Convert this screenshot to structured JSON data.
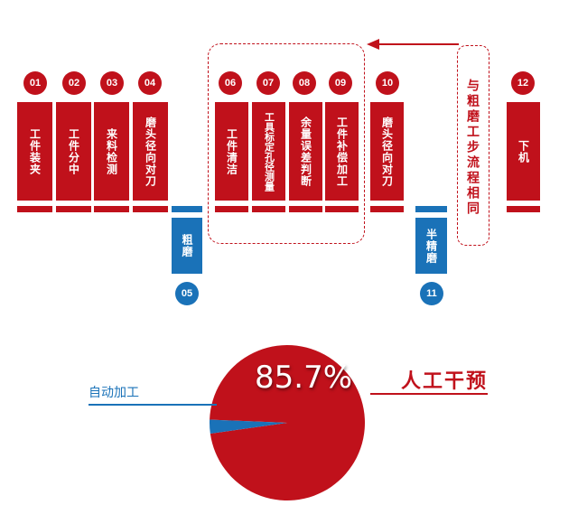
{
  "steps": [
    {
      "num": "01",
      "label": "工件装夹"
    },
    {
      "num": "02",
      "label": "工件分中"
    },
    {
      "num": "03",
      "label": "来料检测"
    },
    {
      "num": "04",
      "label": "磨头径向对刀"
    },
    {
      "num": "05",
      "label": "粗磨"
    },
    {
      "num": "06",
      "label": "工件清洁"
    },
    {
      "num": "07",
      "label": "工具标定孔径测量"
    },
    {
      "num": "08",
      "label": "余量误差判断"
    },
    {
      "num": "09",
      "label": "工件补偿加工"
    },
    {
      "num": "10",
      "label": "磨头径向对刀"
    },
    {
      "num": "11",
      "label": "半精磨"
    },
    {
      "num": "12",
      "label": "下机"
    }
  ],
  "note": "与粗磨工步流程相同",
  "pie": {
    "percent_label": "85.7%",
    "manual_label": "人工干预",
    "auto_label": "自动加工",
    "manual_value": 85.7,
    "auto_value": 14.3,
    "manual_color": "#c0111b",
    "auto_color": "#1a72b8"
  },
  "colors": {
    "red": "#c0111b",
    "blue": "#1a72b8"
  }
}
